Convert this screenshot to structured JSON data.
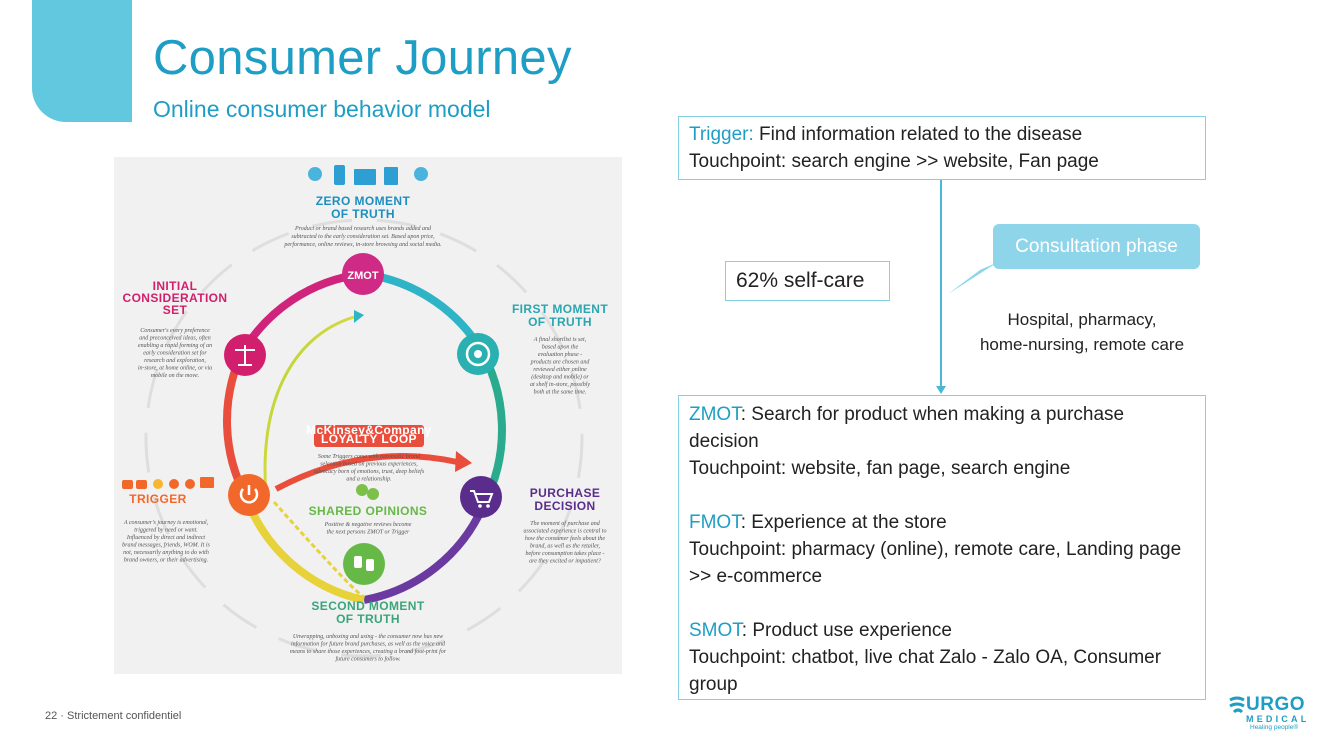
{
  "slide": {
    "title": "Consumer Journey",
    "subtitle": "Online consumer behavior model"
  },
  "infographic": {
    "zmot": {
      "title_lines": [
        "ZERO MOMENT",
        "OF TRUTH"
      ],
      "badge": "ZMOT",
      "text_lines": [
        "Product or brand based research uses brands added and",
        "subtracted to the early consideration set. Based upon price,",
        "performance, online reviews, in-store browsing and social media."
      ]
    },
    "initial": {
      "title_lines": [
        "INITIAL",
        "CONSIDERATION",
        "SET"
      ],
      "text_lines": [
        "Consumer's every preference",
        "and preconceived ideas, often",
        "enabling a rapid forming of an",
        "early consideration set for",
        "research and exploration,",
        "in-store, at home online, or via",
        "mobile on the move."
      ]
    },
    "fmot": {
      "title_lines": [
        "FIRST MOMENT",
        "OF TRUTH"
      ],
      "text_lines": [
        "A final shortlist is set,",
        "based upon the",
        "evaluation phase -",
        "products are chosen and",
        "reviewed either online",
        "(desktop and mobile) or",
        "at shelf in-store, possibly",
        "both at the same time."
      ]
    },
    "trigger": {
      "title": "TRIGGER",
      "text_lines": [
        "A consumer's journey is emotional,",
        "triggered by need or want.",
        "Influenced by direct and indirect",
        "brand messages, friends, WOM. It is",
        "not, necessarily anything to do with",
        "brand owners, or their advertising."
      ]
    },
    "purchase": {
      "title_lines": [
        "PURCHASE",
        "DECISION"
      ],
      "text_lines": [
        "The moment of purchase and",
        "associated experience is central to",
        "how the consumer feels about the",
        "brand, as well as the retailer,",
        "before consumption takes place -",
        "are they excited or impatient?"
      ]
    },
    "loyalty": {
      "banner_lines": [
        "McKinsey&Company",
        "LOYALTY LOOP"
      ],
      "text_lines": [
        "Some Triggers come with automatic brand",
        "selection based on previous experiences,",
        "advocacy born of emotions, trust, deep beliefs",
        "and a relationship."
      ]
    },
    "shared": {
      "title": "SHARED OPINIONS",
      "text_lines": [
        "Positive & negative reviews become",
        "the next persons ZMOT or Trigger"
      ]
    },
    "smot": {
      "title_lines": [
        "SECOND MOMENT",
        "OF TRUTH"
      ],
      "text_lines": [
        "Unwrapping, unboxing and using - the consumer now has new",
        "information for future brand purchases, as well as the voice and",
        "means to share those experiences, creating a brand foot-print for",
        "future consumers to follow."
      ]
    }
  },
  "trigger_box": {
    "trigger_label": "Trigger:",
    "trigger_text": " Find information related to the disease",
    "touchpoint": "Touchpoint: search engine >> website, Fan page"
  },
  "selfcare": "62% self-care",
  "consultation": {
    "label": "Consultation phase",
    "places_line1": "Hospital, pharmacy,",
    "places_line2": "home-nursing, remote care"
  },
  "moments": [
    {
      "label": "ZMOT",
      "text": ": Search for product when making a purchase decision",
      "touchpoint": "Touchpoint: website, fan page, search engine"
    },
    {
      "label": "FMOT",
      "text": ": Experience at the store",
      "touchpoint": "Touchpoint: pharmacy (online), remote care, Landing page >> e-commerce"
    },
    {
      "label": "SMOT",
      "text": ": Product use experience",
      "touchpoint": "Touchpoint: chatbot, live chat Zalo - Zalo OA, Consumer group"
    }
  ],
  "footer": "22 · Strictement confidentiel",
  "logo": {
    "word": "URGO",
    "sub": "MEDICAL",
    "tagline": "Healing people®"
  },
  "colors": {
    "accent": "#1e9ec4",
    "tab": "#62c8df",
    "consult_bubble": "#8fd5ea",
    "box_border": "#86d0e3"
  }
}
